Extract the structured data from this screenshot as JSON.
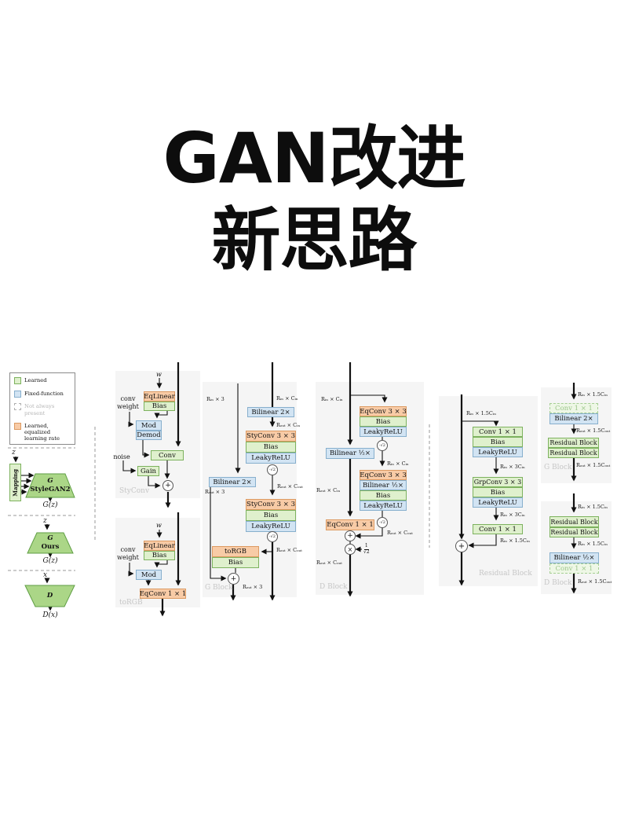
{
  "title": {
    "line1": "GAN改进",
    "line2": "新思路"
  },
  "legend": {
    "learned": "Learned",
    "fixed": "Fixed-function",
    "not_always": "Not always present",
    "equalized_1": "Learned, equalized",
    "equalized_2": "learning rate"
  },
  "overview": {
    "z1": "z",
    "mapping": "Mapping",
    "g1_top": "G",
    "g1_bottom": "StyleGAN2",
    "gz1": "G(z)",
    "z2": "z",
    "g2_top": "G",
    "g2_bottom": "Ours",
    "gz2": "G(z)",
    "x": "x",
    "d": "D",
    "dx": "D(x)"
  },
  "styconv": {
    "label": "StyConv",
    "w": "w",
    "conv_label": "conv",
    "weight_label": "weight",
    "eqlinear": "EqLinear",
    "bias1": "Bias",
    "mod": "Mod",
    "demod": "Demod",
    "conv": "Conv",
    "noise": "noise",
    "gain": "Gain",
    "plus": "+"
  },
  "torgb": {
    "label": "toRGB",
    "w": "w",
    "conv_label": "conv",
    "weight_label": "weight",
    "eqlinear": "EqLinear",
    "bias": "Bias",
    "mod": "Mod",
    "eqconv": "EqConv 1 × 1"
  },
  "gblock": {
    "label": "G Block",
    "in_left": "Rᵢₙ × 3",
    "in_right": "Rᵢₙ × Cᵢₙ",
    "bilinear_right": "Bilinear 2×",
    "after_bilinear_right": "Rₒᵤₜ × Cᵢₙ",
    "styconv1": "StyConv 3 × 3",
    "bias1": "Bias",
    "lrelu1": "LeakyReLU",
    "scale1": "·√2",
    "mid": "Rₒᵤₜ × Cₒᵤₜ",
    "styconv2": "StyConv 3 × 3",
    "bias2": "Bias",
    "lrelu2": "LeakyReLU",
    "scale2": "·√2",
    "branch_out": "Rₒᵤₜ × Cₒᵤₜ",
    "bilinear_left": "Bilinear 2×",
    "after_bilinear_left": "Rₒᵤₜ × 3",
    "torgb": "toRGB",
    "bias3": "Bias",
    "plus": "+",
    "out": "Rₒᵤₜ × 3"
  },
  "dblock": {
    "label": "D Block",
    "in": "Rᵢₙ × Cᵢₙ",
    "eqconv1": "EqConv 3 × 3",
    "bias1": "Bias",
    "lrelu1": "LeakyReLU",
    "scale1": "·√2",
    "mid": "Rᵢₙ × Cᵢₙ",
    "eqconv2": "EqConv 3 × 3",
    "bilinear2": "Bilinear ½×",
    "bias2": "Bias",
    "lrelu2": "LeakyReLU",
    "scale2": "·√2",
    "branch_out": "Rₒᵤₜ × Cₒᵤₜ",
    "bilinear_left": "Bilinear ½×",
    "after_bilinear_left": "Rₒᵤₜ × Cᵢₙ",
    "eqconv3": "EqConv 1 × 1",
    "plus": "+",
    "times": "×",
    "frac_num": "1",
    "frac_den": "√2",
    "out": "Rₒᵤₜ × Cₒᵤₜ"
  },
  "resblock": {
    "label": "Residual Block",
    "in": "Rᵢₙ × 1.5Cᵢₙ",
    "conv1": "Conv 1 × 1",
    "bias1": "Bias",
    "lrelu1": "LeakyReLU",
    "mid1": "Rᵢₙ × 3Cᵢₙ",
    "grpconv": "GrpConv 3 × 3",
    "bias2": "Bias",
    "lrelu2": "LeakyReLU",
    "mid2": "Rᵢₙ × 3Cᵢₙ",
    "conv2": "Conv 1 × 1",
    "branch_out": "Rᵢₙ × 1.5Cᵢₙ",
    "plus": "+"
  },
  "gblock2": {
    "label": "G Block",
    "in": "Rᵢₙ × 1.5Cᵢₙ",
    "conv_optional": "Conv 1 × 1",
    "bilinear": "Bilinear 2×",
    "mid": "Rₒᵤₜ × 1.5Cₒᵤₜ",
    "res1": "Residual Block",
    "res2": "Residual Block",
    "out": "Rₒᵤₜ × 1.5Cₒᵤₜ"
  },
  "dblock2": {
    "label": "D Block",
    "in": "Rᵢₙ × 1.5Cᵢₙ",
    "res1": "Residual Block",
    "res2": "Residual Block",
    "mid": "Rᵢₙ × 1.5Cᵢₙ",
    "bilinear": "Bilinear ½×",
    "conv_optional": "Conv 1 × 1",
    "out": "Rₒᵤₜ × 1.5Cₒᵤₜ"
  },
  "colors": {
    "learned_green": "#dff0cd",
    "fixed_blue": "#d2e4f3",
    "equalized_orange": "#f8cba6",
    "trapezoid_green": "#abd687"
  }
}
